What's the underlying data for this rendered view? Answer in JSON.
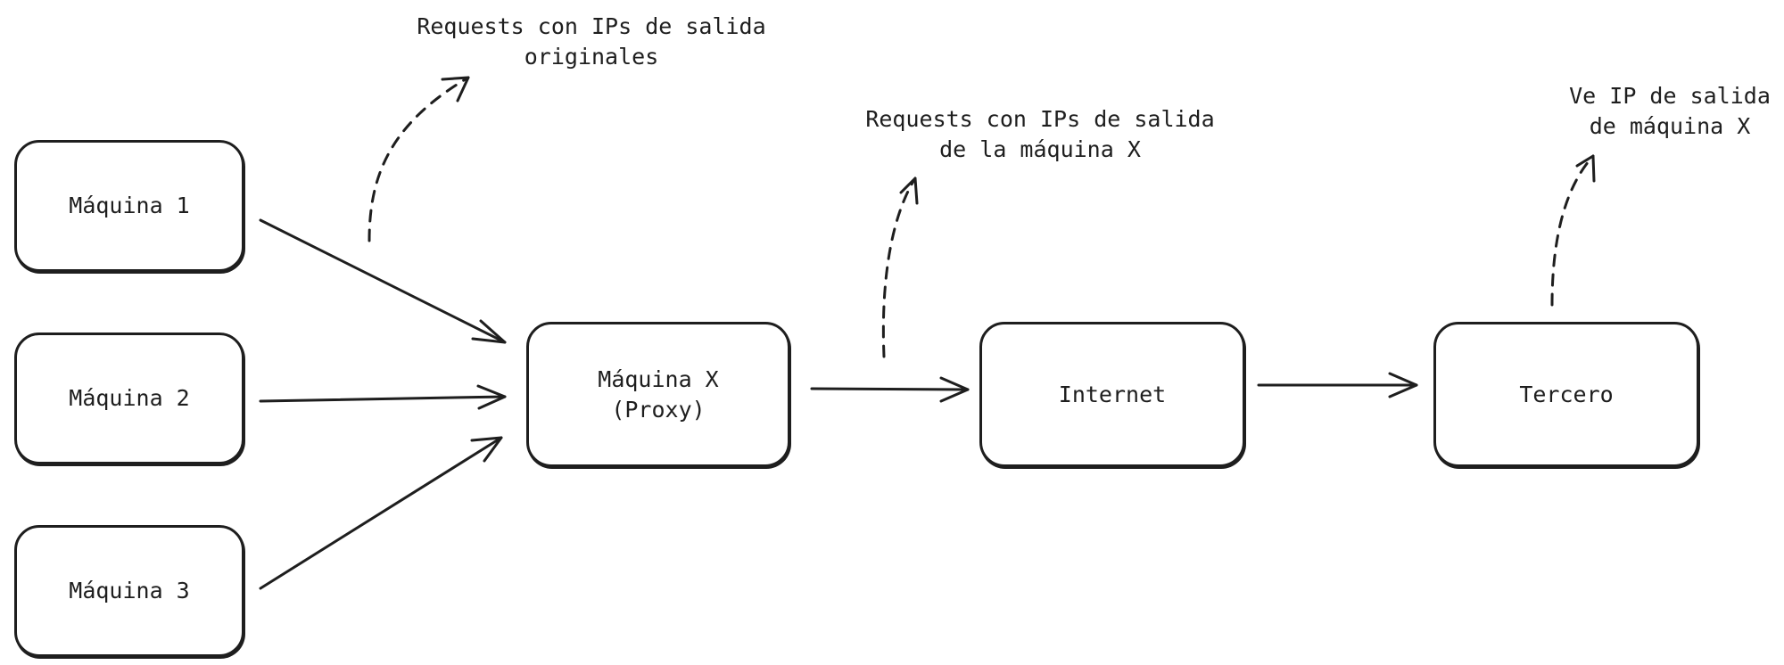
{
  "nodes": {
    "maquina1": {
      "label": "Máquina 1"
    },
    "maquina2": {
      "label": "Máquina 2"
    },
    "maquina3": {
      "label": "Máquina 3"
    },
    "proxy": {
      "line1": "Máquina X",
      "line2": "(Proxy)"
    },
    "internet": {
      "label": "Internet"
    },
    "tercero": {
      "label": "Tercero"
    }
  },
  "notes": {
    "original_ips": {
      "line1": "Requests con IPs de salida",
      "line2": "originales"
    },
    "proxy_ips": {
      "line1": "Requests con IPs de salida",
      "line2": "de la máquina X"
    },
    "third_party": {
      "line1": "Ve IP de salida",
      "line2": "de máquina X"
    }
  }
}
